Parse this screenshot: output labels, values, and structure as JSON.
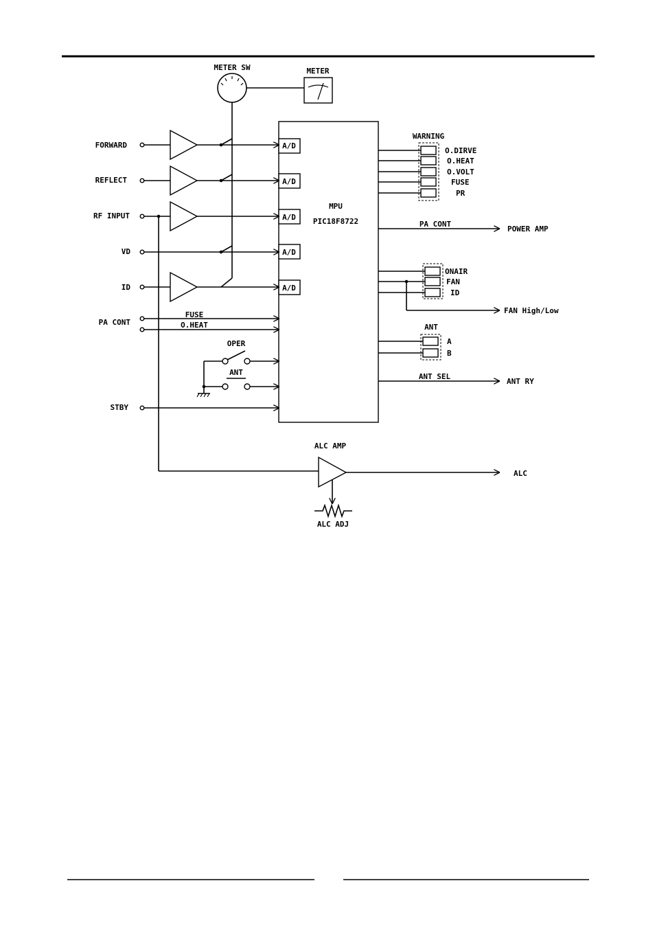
{
  "labels": {
    "meter_sw": "METER SW",
    "meter": "METER",
    "mpu": "MPU",
    "mpu_part": "PIC18F8722",
    "ad": "A/D",
    "warning": "WARNING",
    "alc_amp": "ALC AMP",
    "alc_adj": "ALC ADJ",
    "oper": "OPER",
    "ant_switch": "ANT",
    "ant_group": "ANT"
  },
  "inputs": {
    "forward": "FORWARD",
    "reflect": "REFLECT",
    "rf_input": "RF INPUT",
    "vd": "VD",
    "id": "ID",
    "pa_cont": "PA CONT",
    "fuse": "FUSE",
    "oheat": "O.HEAT",
    "stby": "STBY"
  },
  "warning_items": [
    "O.DIRVE",
    "O.HEAT",
    "O.VOLT",
    "FUSE",
    "PR"
  ],
  "status_items": [
    "ONAIR",
    "FAN",
    "ID"
  ],
  "ant_items": [
    "A",
    "B"
  ],
  "outputs": {
    "pa_cont": "PA CONT",
    "power_amp": "POWER AMP",
    "fan": "FAN High/Low",
    "ant_sel": "ANT SEL",
    "ant_ry": "ANT RY",
    "alc": "ALC"
  }
}
